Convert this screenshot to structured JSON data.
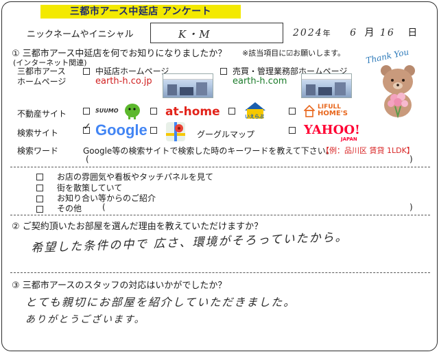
{
  "header": {
    "title": "三都市アース中延店 アンケート",
    "nickname_label": "ニックネームやイニシャル",
    "nickname_value": "K・M",
    "date": {
      "year": "2024",
      "year_unit": "年",
      "month": "6",
      "month_unit": "月",
      "day": "16",
      "day_unit": "日"
    }
  },
  "q1": {
    "question": "① 三都市アース中延店を何でお知りになりましたか？",
    "note": "※該当項目に☑お願いします。",
    "internet_note": "(インターネット関連)",
    "rows": {
      "hp_label_line1": "三都市アース",
      "hp_label_line2": "ホームページ",
      "hp_option": "中延店ホームページ",
      "hp_url": "earth-h.co.jp",
      "sales_option": "売買・管理業務部ホームページ",
      "sales_url": "earth-h.com",
      "realestate_label": "不動産サイト",
      "search_label": "検索サイト",
      "keyword_label": "検索ワード",
      "keyword_instruction": "Google等の検索サイトで検索した時のキーワードを教えて下さい。",
      "keyword_example": "【例：品川区 賃貸 1LDK】",
      "paren_open": "(",
      "paren_close": ")"
    },
    "sites": {
      "suumo": "SUUMO",
      "athome": "at-home",
      "ieiru": "いえらぶ",
      "lifull_1": "LIFULL",
      "lifull_2": "HOME'S",
      "google": "Google",
      "googlemap": "グーグルマップ",
      "yahoo": "YAHOO!",
      "yahoo_sub": "JAPAN"
    },
    "checked": {
      "google": true
    },
    "offline": [
      "お店の雰囲気や看板やタッチパネルを見て",
      "街を散策していて",
      "お知り合い等からのご紹介",
      "その他"
    ],
    "other_paren_open": "(",
    "other_paren_close": ")"
  },
  "q2": {
    "question": "② ご契約頂いたお部屋を選んだ理由を教えていただけますか？",
    "answer": "希望した条件の中で 広さ、環境がそろっていたから。"
  },
  "q3": {
    "question": "③ 三都市アースのスタッフの対応はいかがでしたか？",
    "answer_line1": "とても親切にお部屋を紹介していただきました。",
    "answer_line2": "ありがとうございます。"
  },
  "decoration": {
    "thank_you": "Thank You",
    "bear_icon": "bear-with-flowers-icon"
  },
  "colors": {
    "title_band": "#f3e900",
    "url_red": "#d01f1f",
    "url_green": "#1b7b2a",
    "example_red": "#d82424"
  }
}
